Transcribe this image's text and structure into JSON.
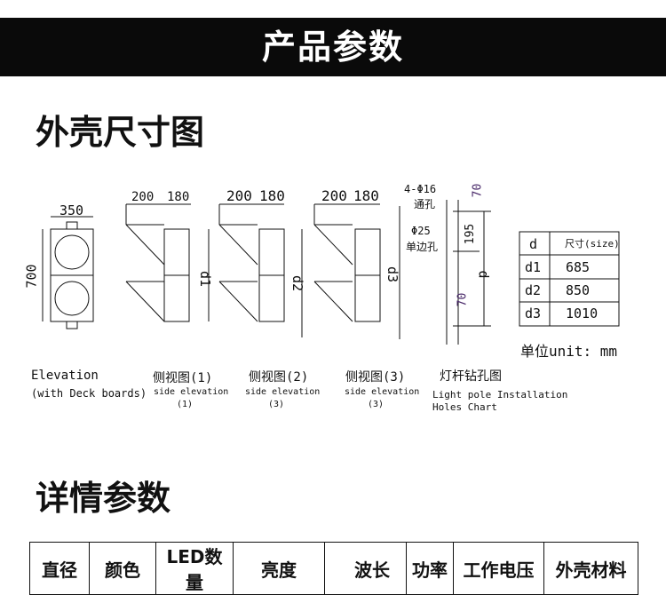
{
  "banner": "产品参数",
  "section1": "外壳尺寸图",
  "section2": "详情参数",
  "drawing": {
    "elevation_width": "350",
    "elevation_height": "700",
    "side_dims": [
      "200",
      "180"
    ],
    "d_labels": [
      "d1",
      "d2",
      "d3"
    ],
    "captions": [
      {
        "cn": "Elevation",
        "en": "(with Deck boards)"
      },
      {
        "cn": "侧视图(1)",
        "en": "side elevation",
        "num": "(1)"
      },
      {
        "cn": "侧视图(2)",
        "en": "side elevation",
        "num": "(3)"
      },
      {
        "cn": "侧视图(3)",
        "en": "side elevation",
        "num": "(3)"
      }
    ],
    "pole": {
      "hole1": "4-Φ16",
      "hole1_cn": "通孔",
      "hole2": "Φ25",
      "hole2_cn": "单边孔",
      "top": "70",
      "mid": "195",
      "bottom": "70",
      "d": "d",
      "caption_cn": "灯杆钻孔图",
      "caption_en1": "Light pole Installation",
      "caption_en2": "Holes Chart"
    },
    "size_table": {
      "headers": [
        "d",
        "尺寸(size)"
      ],
      "rows": [
        [
          "d1",
          "685"
        ],
        [
          "d2",
          "850"
        ],
        [
          "d3",
          "1010"
        ]
      ]
    },
    "unit": "单位unit: mm"
  },
  "spec_headers": [
    "直径",
    "颜色",
    "LED数量",
    "亮度",
    "波长",
    "功率",
    "工作电压",
    "外壳材料"
  ]
}
